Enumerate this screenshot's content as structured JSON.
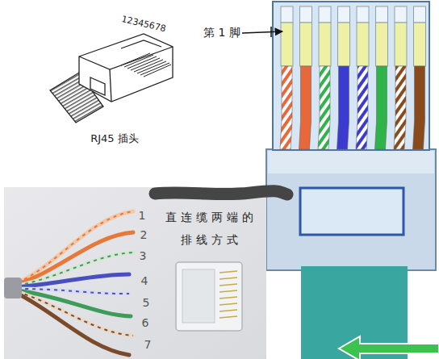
{
  "diagram": {
    "labels": [
      "12345678",
      "RJ45 插头",
      "第 1 脚",
      "直连缆两端的 排线方式",
      "1",
      "2",
      "3",
      "4",
      "5",
      "6",
      "7"
    ]
  }
}
